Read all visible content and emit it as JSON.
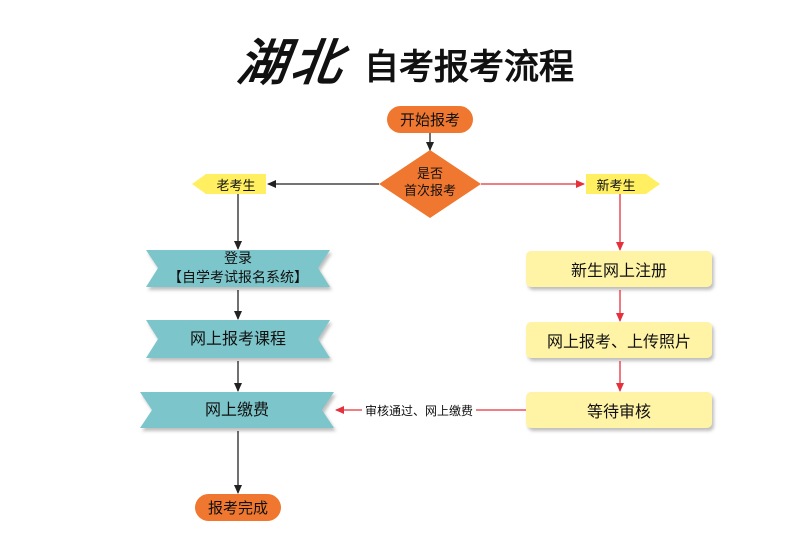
{
  "title": {
    "main": "湖北",
    "sub": "自考报考流程"
  },
  "nodes": {
    "start": "开始报考",
    "decision_line1": "是否",
    "decision_line2": "首次报考",
    "old_student": "老考生",
    "new_student": "新考生",
    "login_line1": "登录",
    "login_line2": "【自学考试报名系统】",
    "online_course": "网上报考课程",
    "online_pay": "网上缴费",
    "done": "报考完成",
    "new_register": "新生网上注册",
    "upload_photo": "网上报考、上传照片",
    "wait_review": "等待审核"
  },
  "edge_labels": {
    "review_pass": "审核通过、网上缴费"
  },
  "colors": {
    "orange": "#f0772f",
    "yellow_tag": "#ffef61",
    "teal": "#7cc6cb",
    "cream": "#fff3a6",
    "red_arrow": "#e5313b",
    "black_arrow": "#222222"
  }
}
